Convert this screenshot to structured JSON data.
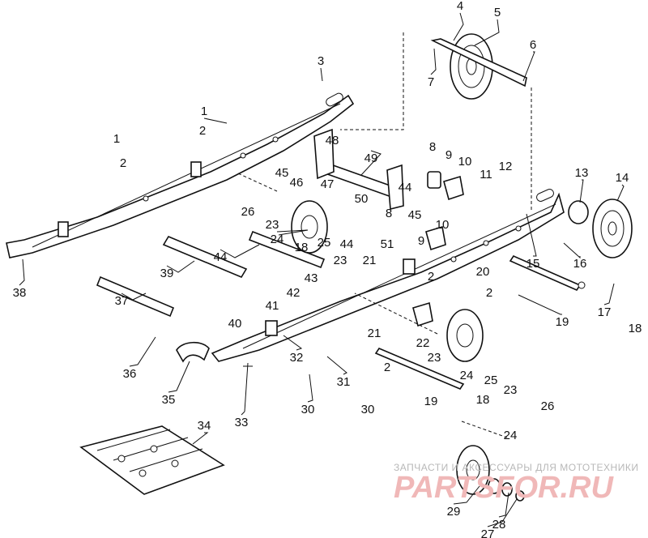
{
  "callouts": [
    {
      "n": "1"
    },
    {
      "n": "2"
    },
    {
      "n": "3"
    },
    {
      "n": "4"
    },
    {
      "n": "5"
    },
    {
      "n": "6"
    },
    {
      "n": "7"
    },
    {
      "n": "8"
    },
    {
      "n": "9"
    },
    {
      "n": "10"
    },
    {
      "n": "11"
    },
    {
      "n": "12"
    },
    {
      "n": "13"
    },
    {
      "n": "14"
    },
    {
      "n": "15"
    },
    {
      "n": "16"
    },
    {
      "n": "17"
    },
    {
      "n": "18"
    },
    {
      "n": "19"
    },
    {
      "n": "20"
    },
    {
      "n": "21"
    },
    {
      "n": "22"
    },
    {
      "n": "23"
    },
    {
      "n": "24"
    },
    {
      "n": "25"
    },
    {
      "n": "26"
    },
    {
      "n": "27"
    },
    {
      "n": "28"
    },
    {
      "n": "29"
    },
    {
      "n": "30"
    },
    {
      "n": "31"
    },
    {
      "n": "32"
    },
    {
      "n": "33"
    },
    {
      "n": "34"
    },
    {
      "n": "35"
    },
    {
      "n": "36"
    },
    {
      "n": "37"
    },
    {
      "n": "38"
    },
    {
      "n": "39"
    },
    {
      "n": "40"
    },
    {
      "n": "41"
    },
    {
      "n": "42"
    },
    {
      "n": "43"
    },
    {
      "n": "44"
    },
    {
      "n": "45"
    },
    {
      "n": "46"
    },
    {
      "n": "47"
    },
    {
      "n": "48"
    },
    {
      "n": "49"
    },
    {
      "n": "50"
    },
    {
      "n": "51"
    }
  ],
  "watermark": {
    "tagline": "ЗАПЧАСТИ И АКСЕССУАРЫ ДЛЯ МОТОТЕХНИКИ",
    "brand": "PARTSFOR.RU"
  },
  "colors": {
    "ink": "#111111",
    "watermark_text": "#b8b8b8",
    "watermark_brand": "#f0b8b8"
  }
}
